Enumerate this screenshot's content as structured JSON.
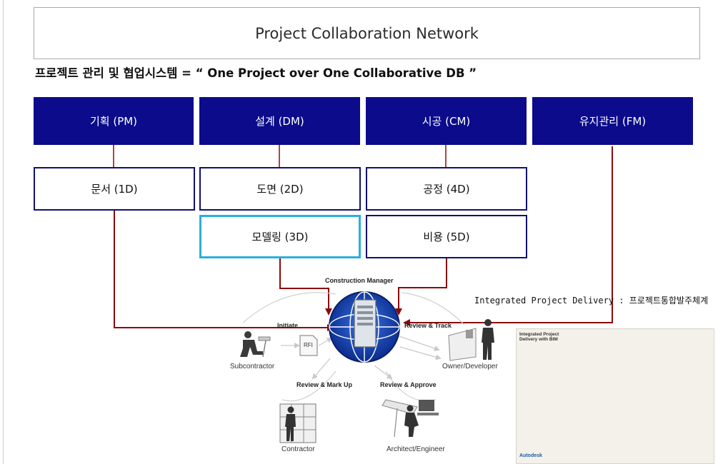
{
  "title": "Project Collaboration Network",
  "subtitle": "프로젝트 관리 및 협업시스템 = “ One Project over One Collaborative DB ”",
  "phases": [
    {
      "label": "기획  (PM)"
    },
    {
      "label": "설계 (DM)"
    },
    {
      "label": "시공 (CM)"
    },
    {
      "label": "유지관리 (FM)"
    }
  ],
  "documents": [
    {
      "label": "문서  (1D)"
    },
    {
      "label": "도면  (2D)"
    },
    {
      "label": "공정  (4D)"
    },
    {
      "label": "모델링 (3D)"
    },
    {
      "label": "비용  (5D)"
    }
  ],
  "network": {
    "center": "Construction Manager",
    "initiate": "Initiate",
    "review_track": "Review & Track",
    "review_markup": "Review & Mark Up",
    "review_approve": "Review & Approve",
    "rfi": "RFI",
    "subcontractor": "Subcontractor",
    "owner": "Owner/Developer",
    "contractor": "Contractor",
    "architect": "Architect/Engineer"
  },
  "ipd_caption": "Integrated Project Delivery : 프로젝트통합발주체계",
  "poster": {
    "title": "Integrated Project Delivery with BIM",
    "brand": "Autodesk"
  },
  "colors": {
    "phase_fill": "#0b0b8c",
    "doc_border": "#101070",
    "highlight_border": "#29b0dc",
    "connector": "#8b0a0a"
  }
}
